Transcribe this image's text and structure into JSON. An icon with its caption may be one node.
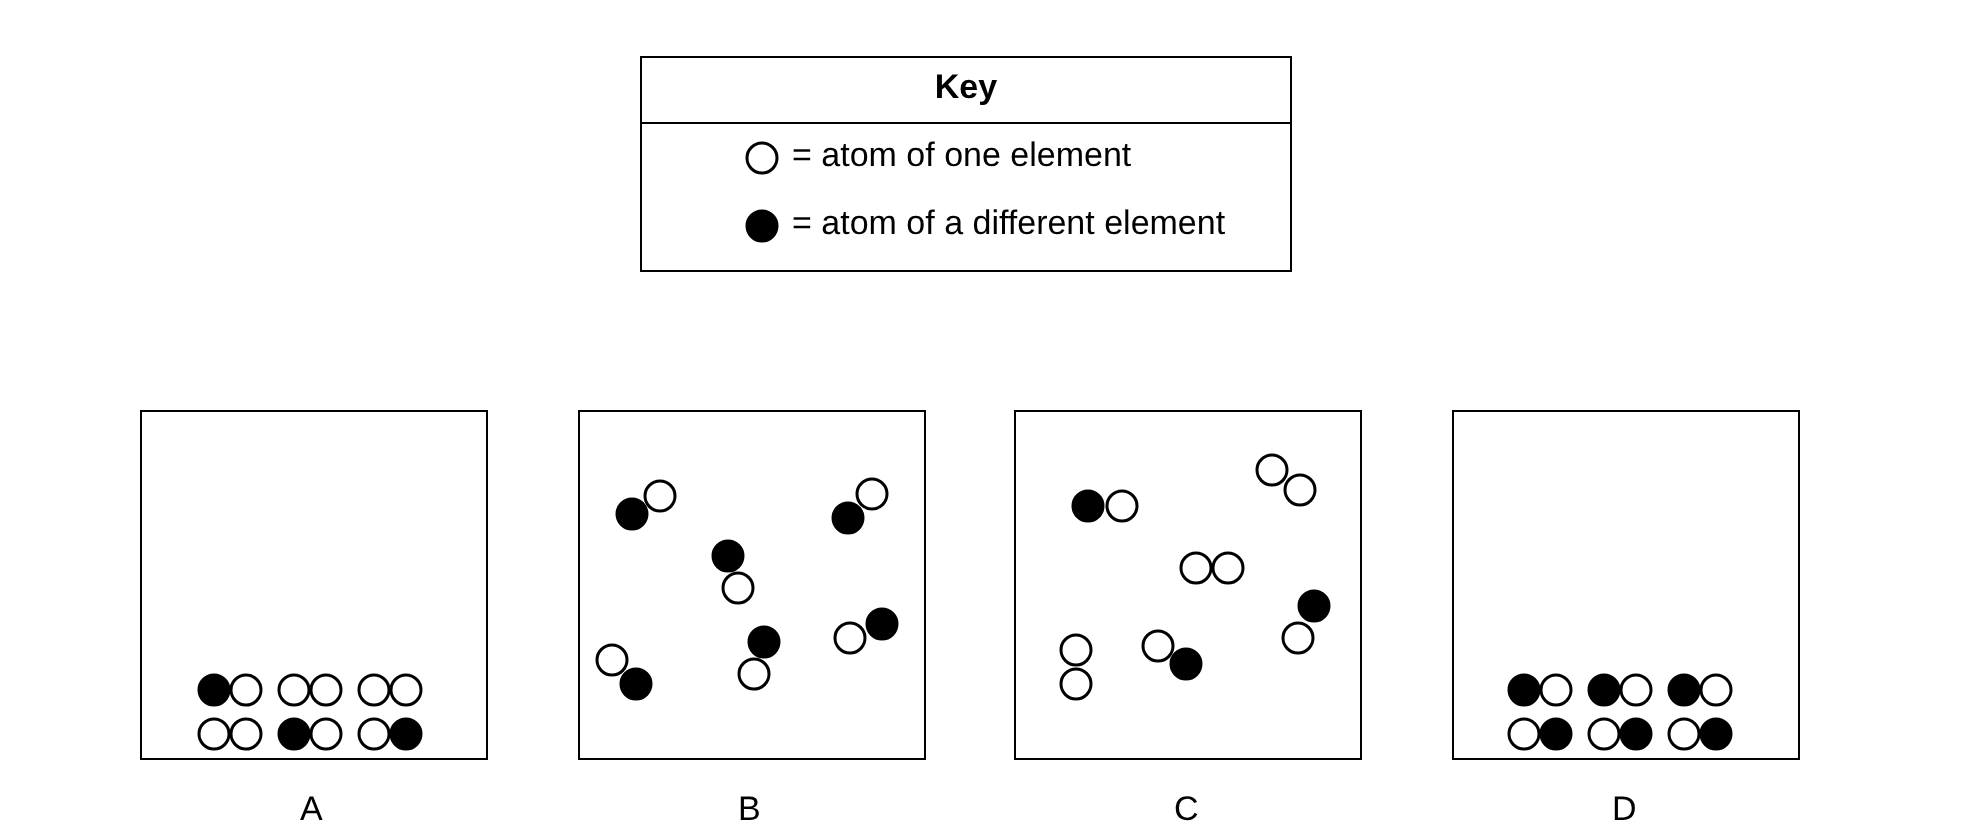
{
  "diagram": {
    "nodes": [
      {
        "text": [
          "A"
        ]
      },
      {
        "text": [
          "B"
        ]
      },
      {
        "text": [
          "C"
        ]
      },
      {
        "text": [
          "D"
        ]
      }
    ],
    "labels": [
      "Key"
    ],
    "legend": [
      {
        "text": "= atom of one element"
      },
      {
        "text": "= atom of a different element"
      }
    ]
  }
}
